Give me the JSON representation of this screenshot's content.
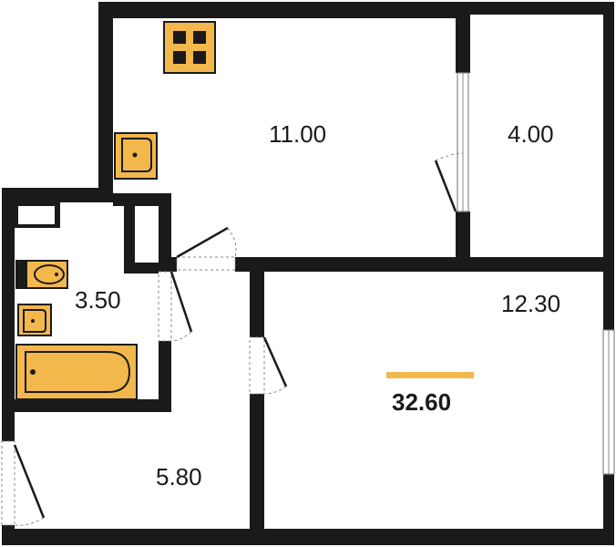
{
  "plan": {
    "rooms": [
      {
        "id": "kitchen",
        "area": "11.00"
      },
      {
        "id": "balcony",
        "area": "4.00"
      },
      {
        "id": "living",
        "area": "12.30"
      },
      {
        "id": "bathroom",
        "area": "3.50"
      },
      {
        "id": "hallway",
        "area": "5.80"
      }
    ],
    "total_area": "32.60"
  },
  "colors": {
    "wall": "#1a1a1a",
    "fixture": "#f2b84b",
    "accent_bar": "#f2b84b"
  }
}
